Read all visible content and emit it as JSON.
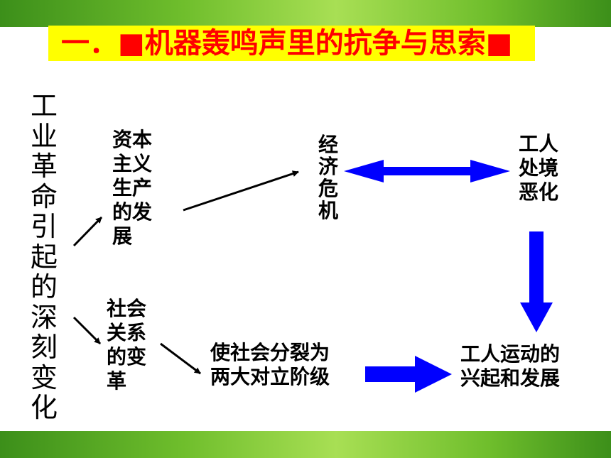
{
  "title": "一．■机器轰鸣声里的抗争与思索■",
  "side_title": [
    "工",
    "业",
    "革",
    "命",
    "引",
    "起",
    "的",
    "深",
    "刻",
    "变",
    "化"
  ],
  "nodes": {
    "capitalism": [
      "资本",
      "主义",
      "生产",
      "的发",
      "展"
    ],
    "economic_crisis": [
      "经",
      "济",
      "危",
      "机"
    ],
    "workers_plight": [
      "工人",
      "处境",
      "恶化"
    ],
    "social_relations": [
      "社会",
      "关系",
      "的变",
      "革"
    ],
    "class_split": [
      "使社会分裂为",
      "两大对立阶级"
    ],
    "labor_movement": [
      "工人运动的",
      "兴起和发展"
    ]
  },
  "colors": {
    "band": "#6fbe2c",
    "title_bg": "#ffff00",
    "title_text": "#ff0000",
    "block_arrow": "#0000ff"
  }
}
